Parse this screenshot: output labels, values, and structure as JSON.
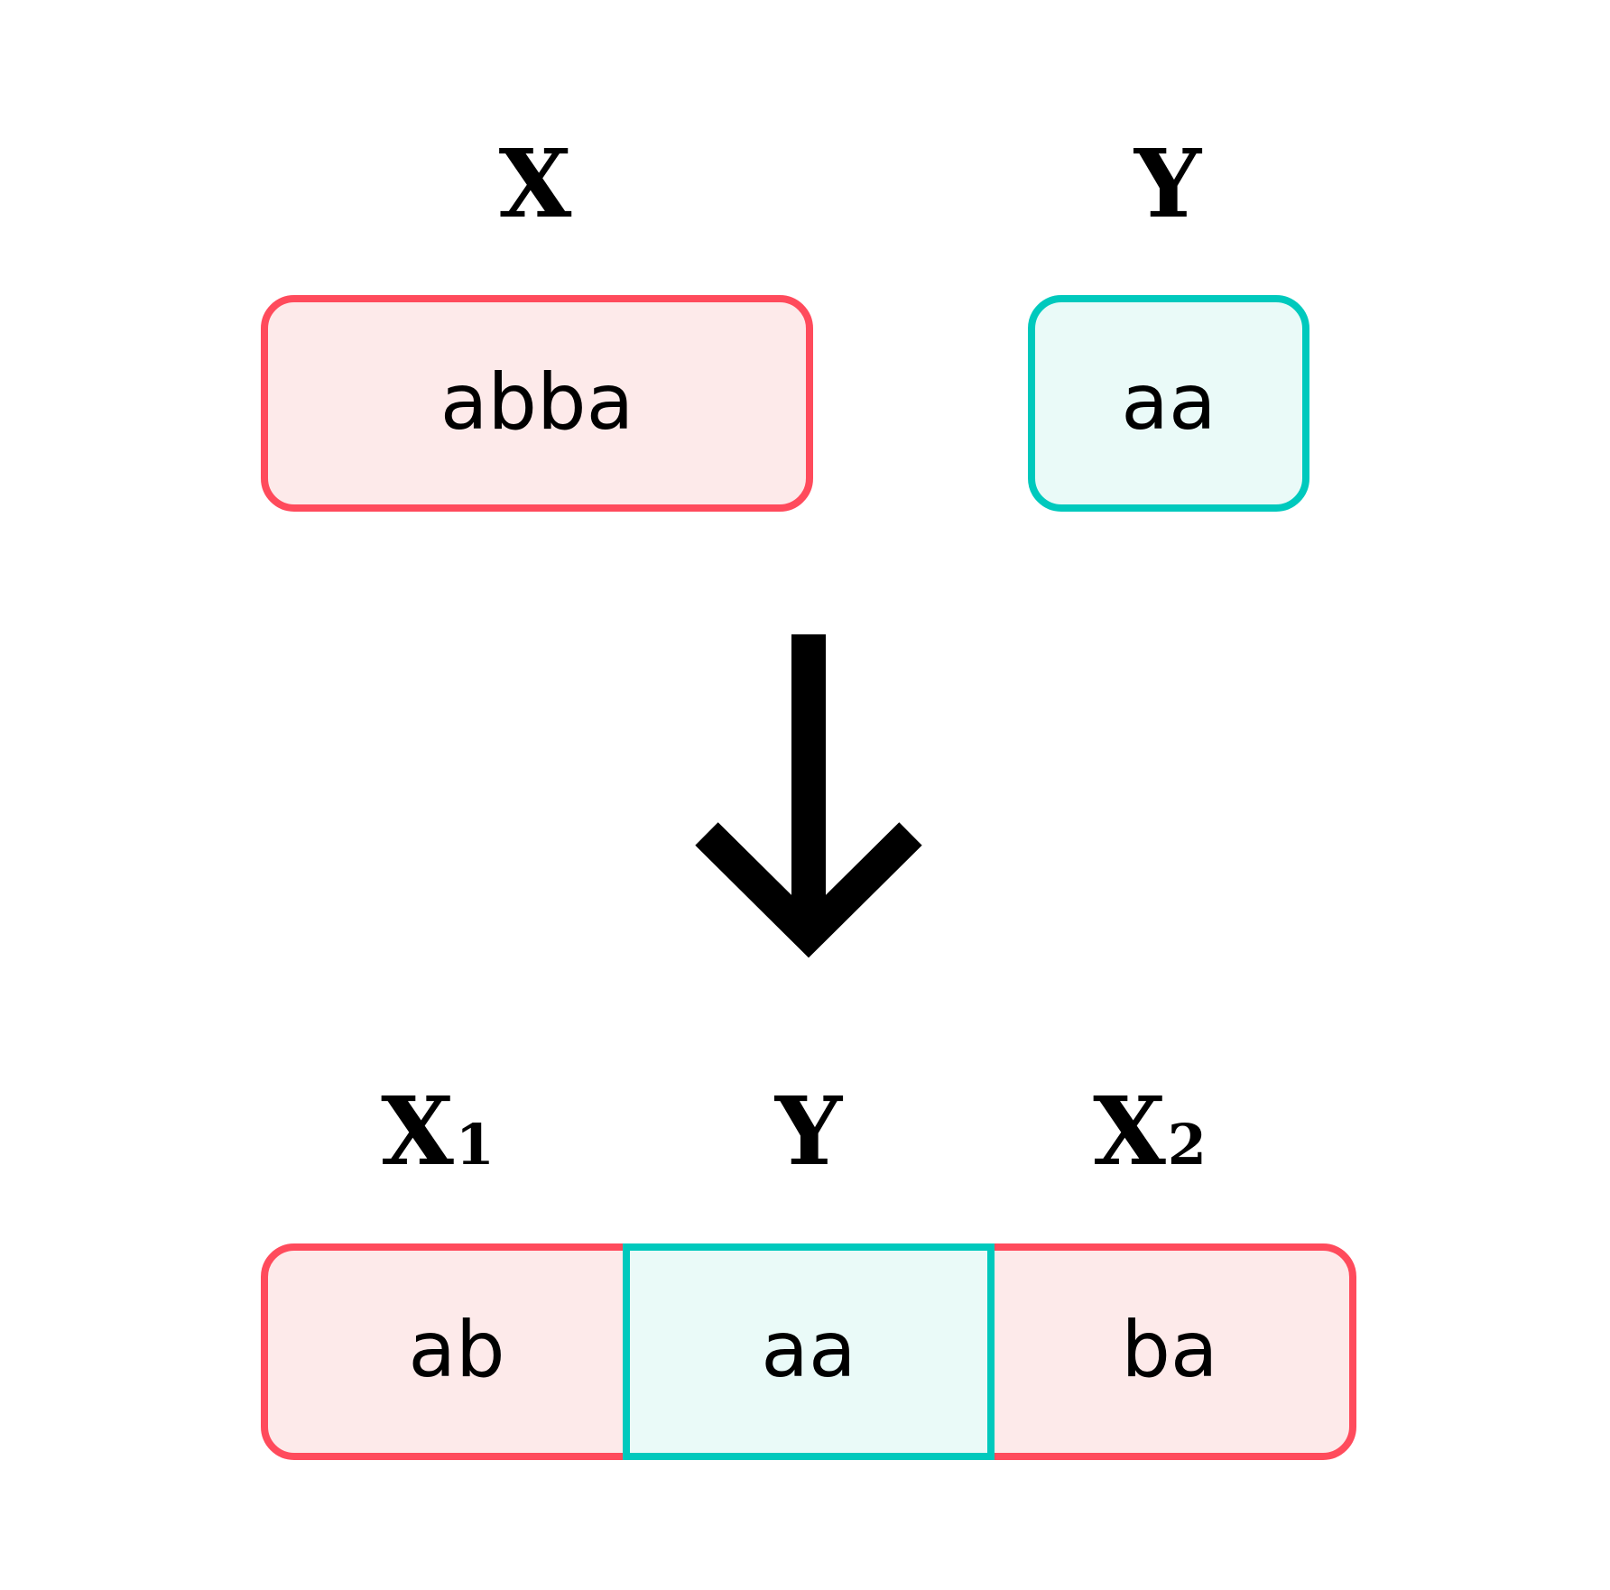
{
  "colors": {
    "x_stroke": "#ff4b5c",
    "x_fill": "#fdeaea",
    "y_stroke": "#00c9bd",
    "y_fill": "#eafaf8",
    "arrow": "#000000"
  },
  "top": {
    "x_label": "X",
    "y_label": "Y",
    "x_string": "abba",
    "y_string": "aa"
  },
  "arrow_icon": "down-arrow-icon",
  "bottom": {
    "x1_label": "X",
    "x1_sub": "1",
    "y_label": "Y",
    "x2_label": "X",
    "x2_sub": "2",
    "x1_string": "ab",
    "y_string": "aa",
    "x2_string": "ba"
  }
}
